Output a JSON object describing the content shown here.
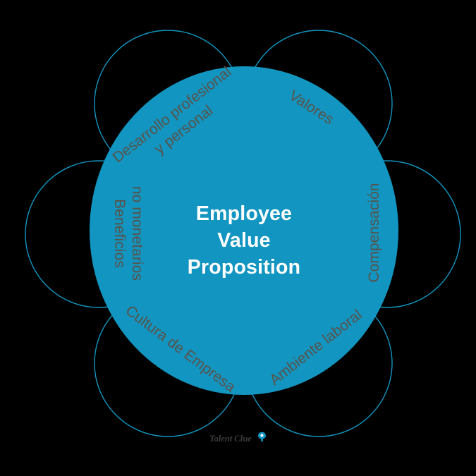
{
  "diagram": {
    "title": "Employee Value Proposition petal diagram",
    "core": {
      "line1": "Employee",
      "line2": "Value",
      "line3": "Proposition"
    },
    "colors": {
      "background": "#000000",
      "petal_fill": "#1295c0",
      "petal_stroke": "#1295c0",
      "label_text": "#5a5248",
      "core_text": "#ffffff",
      "watermark_text": "#3a3a3a",
      "watermark_logo": "#1295c0"
    },
    "petals": [
      {
        "id": "desarrollo",
        "line1": "Desarrollo profesional",
        "line2": "y personal",
        "rotation_deg": -38
      },
      {
        "id": "valores",
        "line1": "Valores",
        "line2": "",
        "rotation_deg": 33
      },
      {
        "id": "compensacion",
        "line1": "Compensación",
        "line2": "",
        "rotation_deg": -90
      },
      {
        "id": "ambiente",
        "line1": "Ambiente laboral",
        "line2": "",
        "rotation_deg": -38
      },
      {
        "id": "cultura",
        "line1": "Cultura de Empresa",
        "line2": "",
        "rotation_deg": 37
      },
      {
        "id": "beneficios",
        "line1": "Beneficios",
        "line2": "no monetarios",
        "rotation_deg": 90
      }
    ]
  },
  "watermark": {
    "brand": "Talent Clue",
    "logo_icon": "talent-clue-pin-logo"
  }
}
